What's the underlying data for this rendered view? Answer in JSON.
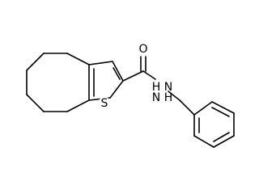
{
  "molecule": {
    "atom_labels": {
      "sulfur": "S",
      "oxygen": "O",
      "amide_nh": "H",
      "amide_n": "N",
      "benzyl_n": "N",
      "benzyl_nh": "H"
    }
  }
}
